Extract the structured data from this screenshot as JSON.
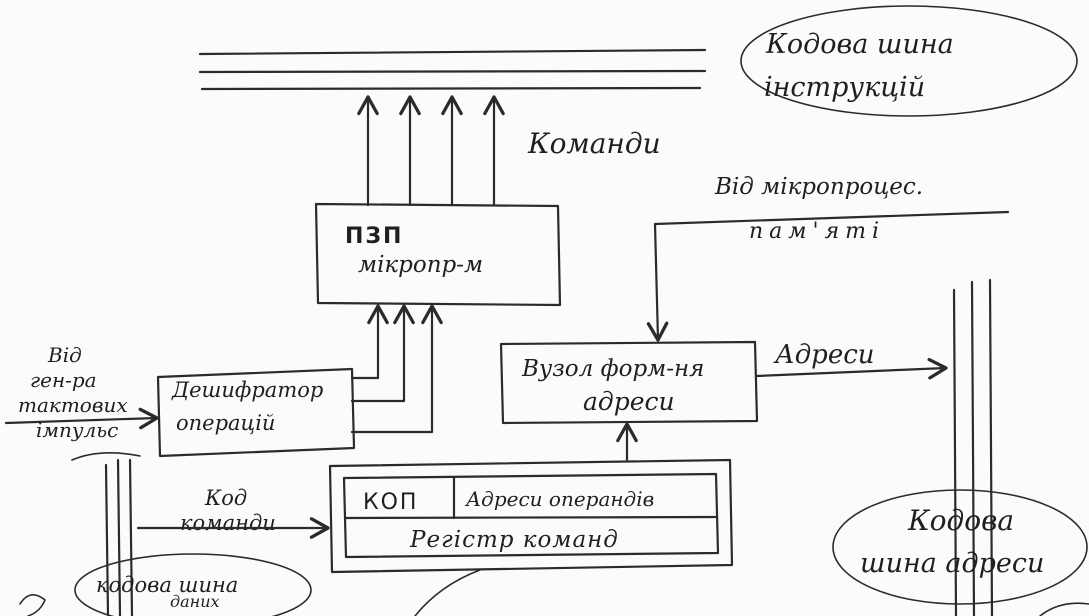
{
  "labels": {
    "instruction_bus_line1": "Кодова шина",
    "instruction_bus_line2": "інструкцій",
    "commands": "Команди",
    "rom_line1": "ПЗП",
    "rom_line2": "мікропр-м",
    "from_memory_line1": "Від мікропроцес.",
    "from_memory_line2": "пам'яті",
    "address_unit_line1": "Вузол форм-ня",
    "address_unit_line2": "адреси",
    "addresses": "Адреси",
    "from_clock_line1": "Від",
    "from_clock_line2": "ген-ра",
    "from_clock_line3": "тактових",
    "from_clock_line4": "імпульс",
    "decoder_line1": "Дешифратор",
    "decoder_line2": "операцій",
    "opcode_line1": "Код",
    "opcode_line2": "команди",
    "kop": "КОП",
    "operand_addresses": "Адреси операндів",
    "command_register": "Регістр команд",
    "address_bus_line1": "Кодова",
    "address_bus_line2": "шина адреси",
    "data_bus_line1": "кодова шина",
    "data_bus_line2": "даних"
  }
}
